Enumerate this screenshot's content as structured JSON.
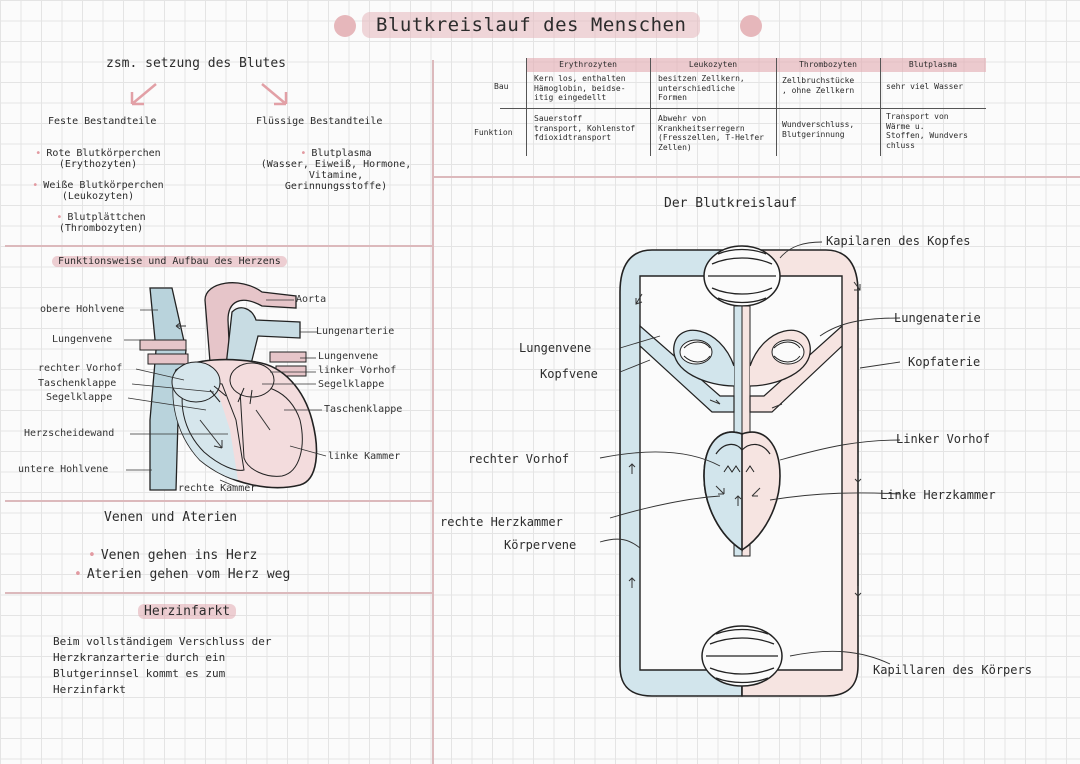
{
  "title": "Blutkreislauf des Menschen",
  "zusammensetzung": {
    "heading": "zsm. setzung des Blutes",
    "feste_heading": "Feste Bestandteile",
    "fluessige_heading": "Flüssige Bestandteile",
    "feste": [
      {
        "name": "Rote Blutkörperchen",
        "sub": "(Erythozyten)"
      },
      {
        "name": "Weiße Blutkörperchen",
        "sub": "(Leukozyten)"
      },
      {
        "name": "Blutplättchen",
        "sub": "(Thrombozyten)"
      }
    ],
    "fluessige": {
      "name": "Blutplasma",
      "sub": "(Wasser, Eiweiß, Hormone, Vitamine, Gerinnungsstoffe)"
    }
  },
  "herz": {
    "heading": "Funktionsweise und Aufbau des Herzens",
    "labels": {
      "obere_hohlvene": "obere Hohlvene",
      "lungenvene": "Lungenvene",
      "rechter_vorhof": "rechter Vorhof",
      "taschenklappe_l": "Taschenklappe",
      "segelklappe_l": "Segelklappe",
      "herzscheidewand": "Herzscheidewand",
      "untere_hohlvene": "untere Hohlvene",
      "rechte_kammer": "rechte Kammer",
      "aorta": "Aorta",
      "lungenarterie": "Lungenarterie",
      "lungenvene_r": "Lungenvene",
      "linker_vorhof": "linker Vorhof",
      "segelklappe_r": "Segelklappe",
      "taschenklappe_r": "Taschenklappe",
      "linke_kammer": "linke Kammer"
    }
  },
  "venen": {
    "heading": "Venen und Aterien",
    "lines": [
      "Venen gehen ins Herz",
      "Aterien gehen vom Herz weg"
    ]
  },
  "herzinfarkt": {
    "heading": "Herzinfarkt",
    "lines": [
      "Beim vollständigem Verschluss der",
      "Herzkranzarterie durch ein",
      "Blutgerinnsel kommt es zum",
      "Herzinfarkt"
    ]
  },
  "table": {
    "headers": [
      "Erythrozyten",
      "Leukozyten",
      "Thrombozyten",
      "Blutplasma"
    ],
    "rows": [
      {
        "label": "Bau",
        "cells": [
          [
            "Kern los, enthalten",
            "Hämoglobin, beidse-",
            "itig eingedellt"
          ],
          [
            "besitzen Zellkern,",
            "unterschiedliche",
            "Formen"
          ],
          [
            "Zellbruchstücke",
            ", ohne Zellkern"
          ],
          [
            "sehr viel Wasser"
          ]
        ]
      },
      {
        "label": "Funktion",
        "cells": [
          [
            "Sauerstoff",
            "transport, Kohlenstof",
            "fdioxidtransport"
          ],
          [
            "Abwehr von",
            "Krankheitserregern",
            "(Fresszellen, T-Helfer",
            "Zellen)"
          ],
          [
            "Wundverschluss,",
            "Blutgerinnung"
          ],
          [
            "Transport von",
            "Wärme u.",
            "Stoffen, Wundvers",
            "chluss"
          ]
        ]
      }
    ]
  },
  "kreislauf": {
    "heading": "Der Blutkreislauf",
    "labels": {
      "kapilaren_kopf": "Kapilaren des Kopfes",
      "lungenaterie": "Lungenaterie",
      "kopfaterie": "Kopfaterie",
      "linker_vorhof": "Linker Vorhof",
      "linke_herzkammer": "Linke Herzkammer",
      "kapillaren_koerper": "Kapillaren des Körpers",
      "lungenvene": "Lungenvene",
      "kopfvene": "Kopfvene",
      "rechter_vorhof": "rechter Vorhof",
      "rechte_herzkammer": "rechte Herzkammer",
      "koerpervene": "Körpervene"
    }
  },
  "colors": {
    "accent_pink": "#e6b7bb",
    "vein_blue": "#cfe3ea",
    "artery_pink": "#f6e4e1"
  }
}
